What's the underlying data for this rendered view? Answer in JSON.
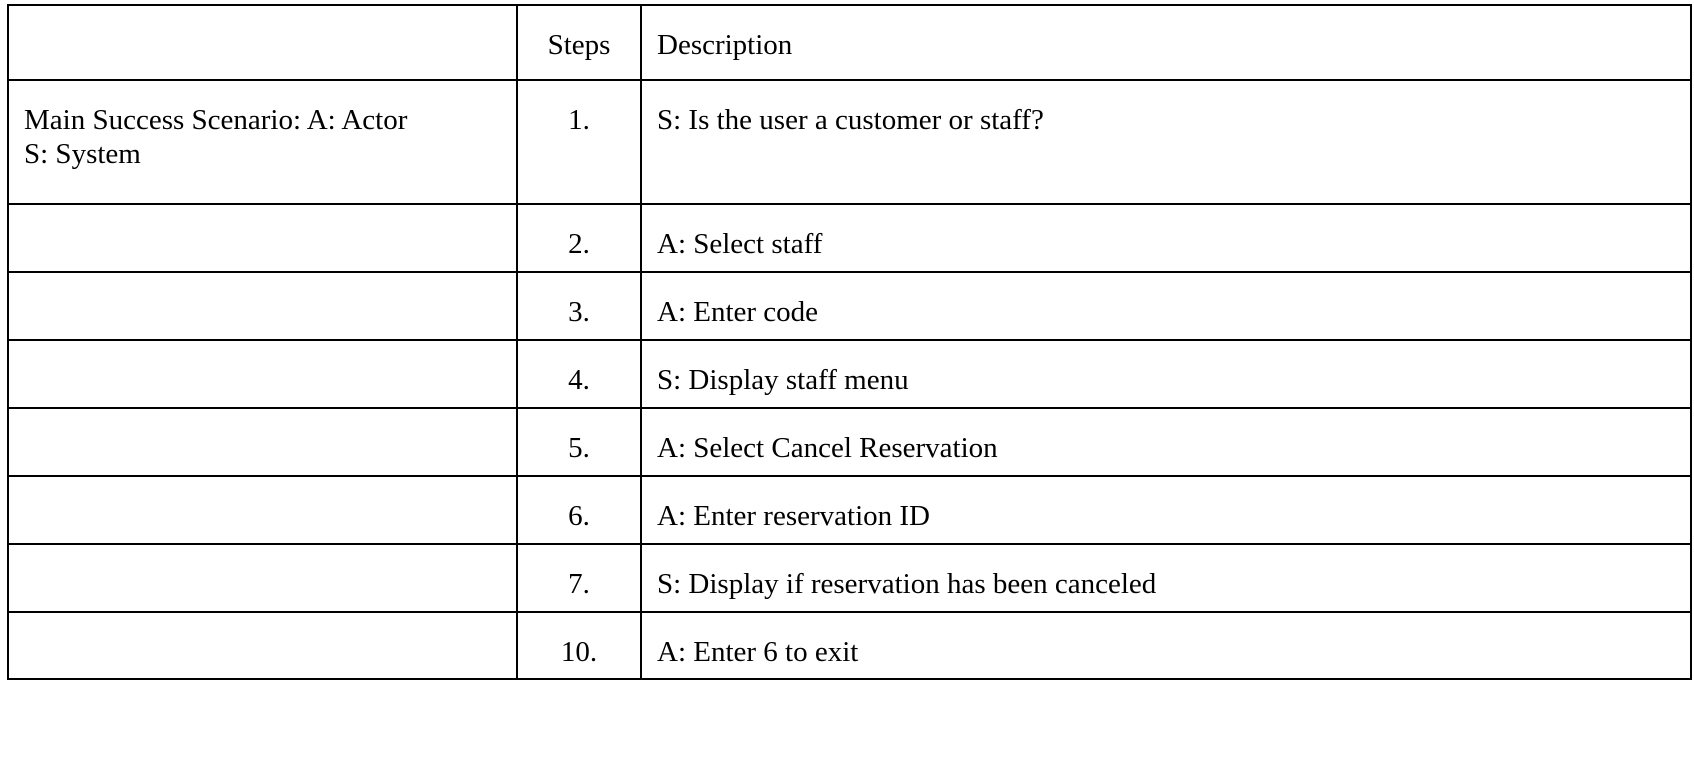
{
  "table": {
    "header": {
      "col1": "",
      "steps": "Steps",
      "description": "Description"
    },
    "rows": [
      {
        "label": "Main Success Scenario: A: Actor\nS: System",
        "step": "1.",
        "description": "S: Is the user a customer or staff?"
      },
      {
        "label": "",
        "step": "2.",
        "description": "A: Select staff"
      },
      {
        "label": "",
        "step": "3.",
        "description": "A: Enter code"
      },
      {
        "label": "",
        "step": "4.",
        "description": "S: Display staff menu"
      },
      {
        "label": "",
        "step": "5.",
        "description": "A: Select Cancel Reservation"
      },
      {
        "label": "",
        "step": "6.",
        "description": "A: Enter reservation ID"
      },
      {
        "label": "",
        "step": "7.",
        "description": "S: Display if reservation has been canceled"
      },
      {
        "label": "",
        "step": "10.",
        "description": "A: Enter 6 to exit"
      }
    ]
  }
}
